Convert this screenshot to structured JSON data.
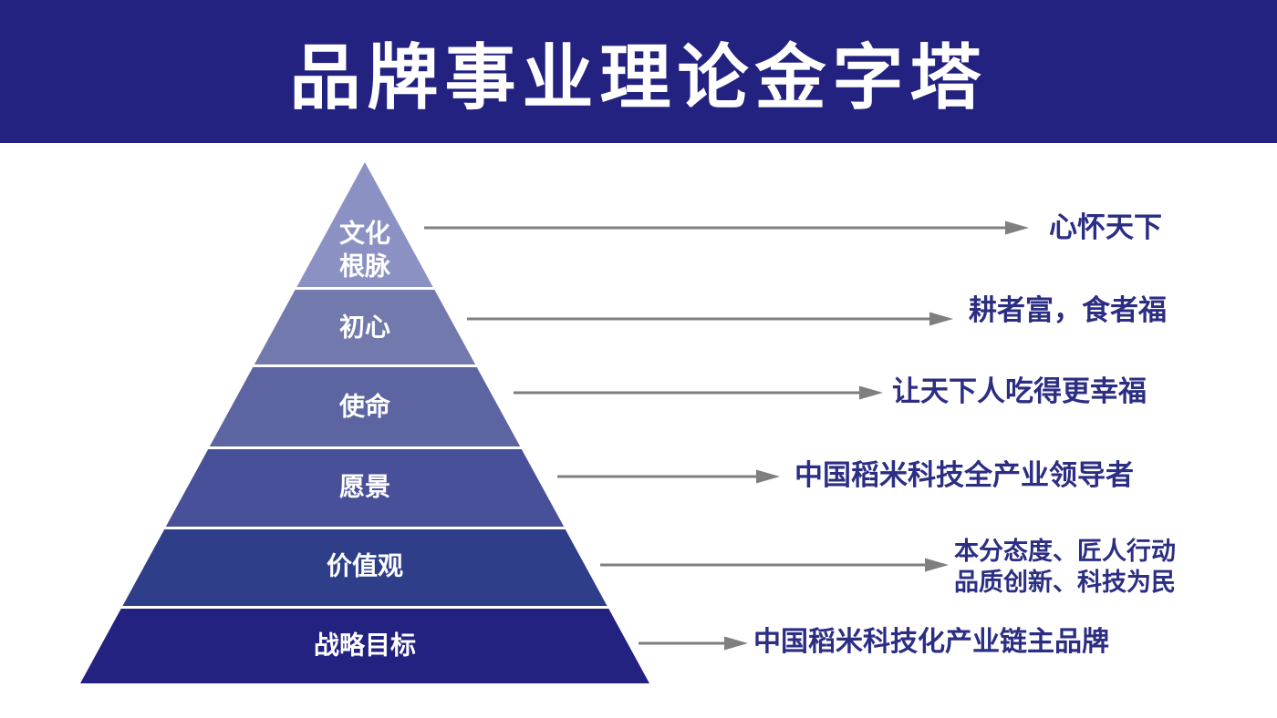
{
  "header": {
    "title": "品牌事业理论金字塔",
    "background_color": "#232281",
    "title_color": "#FFFFFF"
  },
  "pyramid": {
    "label_color": "#FFFFFF",
    "annotation_color": "#2B2E83",
    "arrow_color": "#7F7F7F",
    "levels": [
      {
        "label_line1": "文化",
        "label_line2": "根脉",
        "color": "#8B92C3",
        "annotation": "心怀天下"
      },
      {
        "label": "初心",
        "color": "#7279AD",
        "annotation": "耕者富，食者福"
      },
      {
        "label": "使命",
        "color": "#5C65A1",
        "annotation": "让天下人吃得更幸福"
      },
      {
        "label": "愿景",
        "color": "#475098",
        "annotation": "中国稻米科技全产业领导者"
      },
      {
        "label": "价值观",
        "color": "#2E3E88",
        "annotation_line1": "本分态度、匠人行动",
        "annotation_line2": "品质创新、科技为民"
      },
      {
        "label": "战略目标",
        "color": "#232281",
        "annotation": "中国稻米科技化产业链主品牌"
      }
    ]
  }
}
